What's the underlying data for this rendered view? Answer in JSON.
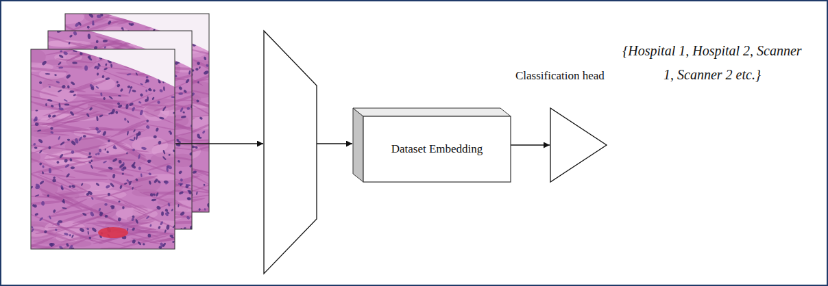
{
  "diagram": {
    "nodes": [
      {
        "text": [
          "Dataset Embedding"
        ]
      },
      {
        "text": [
          "Classification head"
        ]
      }
    ],
    "edges": [
      {
        "from": 0,
        "to": 1,
        "arrow": "to"
      }
    ],
    "labels": [
      "{Hospital 1, Hospital 2, Scanner 1, Scanner 2 etc.}"
    ]
  }
}
